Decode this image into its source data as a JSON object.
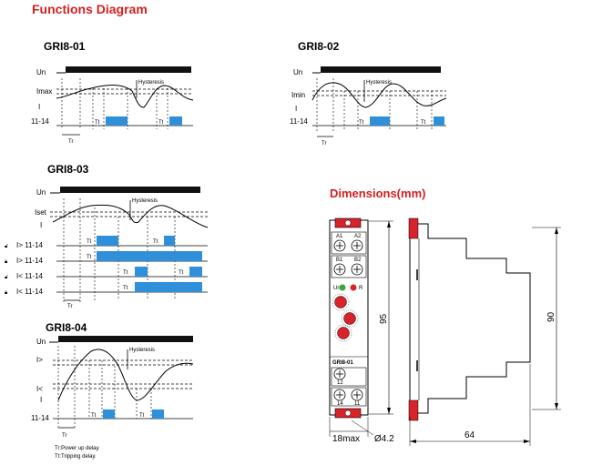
{
  "page": {
    "title": "Functions Diagram",
    "dimensions_title": "Dimensions(mm)"
  },
  "colors": {
    "title": "#d42020",
    "pulse": "#2f8fd8",
    "bar": "#111111",
    "device_red": "#d8232a",
    "led_green": "#3aa83a"
  },
  "gri8_01": {
    "title": "GRI8-01",
    "labels": [
      "Un",
      "Imax",
      "I",
      "11-14"
    ],
    "hysteresis": "Hysteresis",
    "tt": [
      "Tt",
      "Tt"
    ],
    "tr": "Tr"
  },
  "gri8_02": {
    "title": "GRI8-02",
    "labels": [
      "Un",
      "Imin",
      "I",
      "11-14"
    ],
    "hysteresis": "Hysteresis",
    "tt": [
      "Tt",
      "Tt"
    ],
    "tr": "Tr"
  },
  "gri8_03": {
    "title": "GRI8-03",
    "labels": [
      "Un",
      "Iset",
      "I"
    ],
    "rows": [
      "I> 11-14",
      "I> 11-14",
      "I< 11-14",
      "I< 11-14"
    ],
    "hysteresis": "Hysteresis",
    "tt": [
      "Tt",
      "Tt",
      "Tt",
      "Tt",
      "Tt",
      "Tt"
    ],
    "tr": "Tr"
  },
  "gri8_04": {
    "title": "GRI8-04",
    "labels": [
      "Un",
      "I>",
      "I<",
      "I",
      "11-14"
    ],
    "hysteresis": "Hysteresis",
    "tt": [
      "Tt",
      "Tt"
    ],
    "tr": "Tr",
    "notes": [
      "Tr:Power up delay.",
      "Tt:Tripping delay."
    ]
  },
  "dimensions": {
    "height_95": "95",
    "height_90": "90",
    "width_18": "18max",
    "hole": "Ø4.2",
    "depth_64": "64",
    "terminals_top": [
      "A1",
      "A2"
    ],
    "terminals_mid": [
      "B1",
      "B2"
    ],
    "terminals_bottom": [
      "12",
      "14",
      "11"
    ],
    "model": "GRI8-01",
    "leds": [
      "Un",
      "R"
    ]
  }
}
